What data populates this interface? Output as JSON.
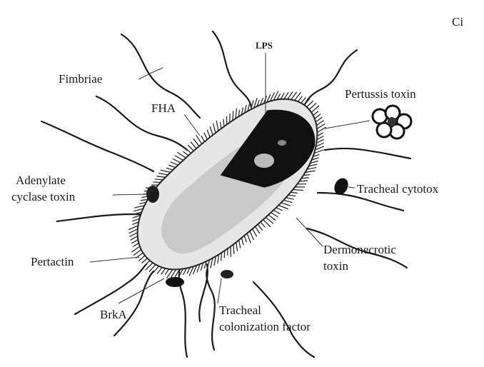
{
  "corner_text": "Ci",
  "labels": {
    "lps": "LPS",
    "fimbriae": "Fimbriae",
    "fha": "FHA",
    "pertussis_toxin": "Pertussis toxin",
    "adenylate_1": "Adenylate",
    "adenylate_2": "cyclase toxin",
    "tracheal_cytotox": "Tracheal cytotox",
    "dermonecrotic_1": "Dermonecrotic",
    "dermonecrotic_2": "toxin",
    "pertactin": "Pertactin",
    "brk": "BrkA",
    "tracheal_colonization_1": "Tracheal",
    "tracheal_colonization_2": "colonization factor"
  }
}
